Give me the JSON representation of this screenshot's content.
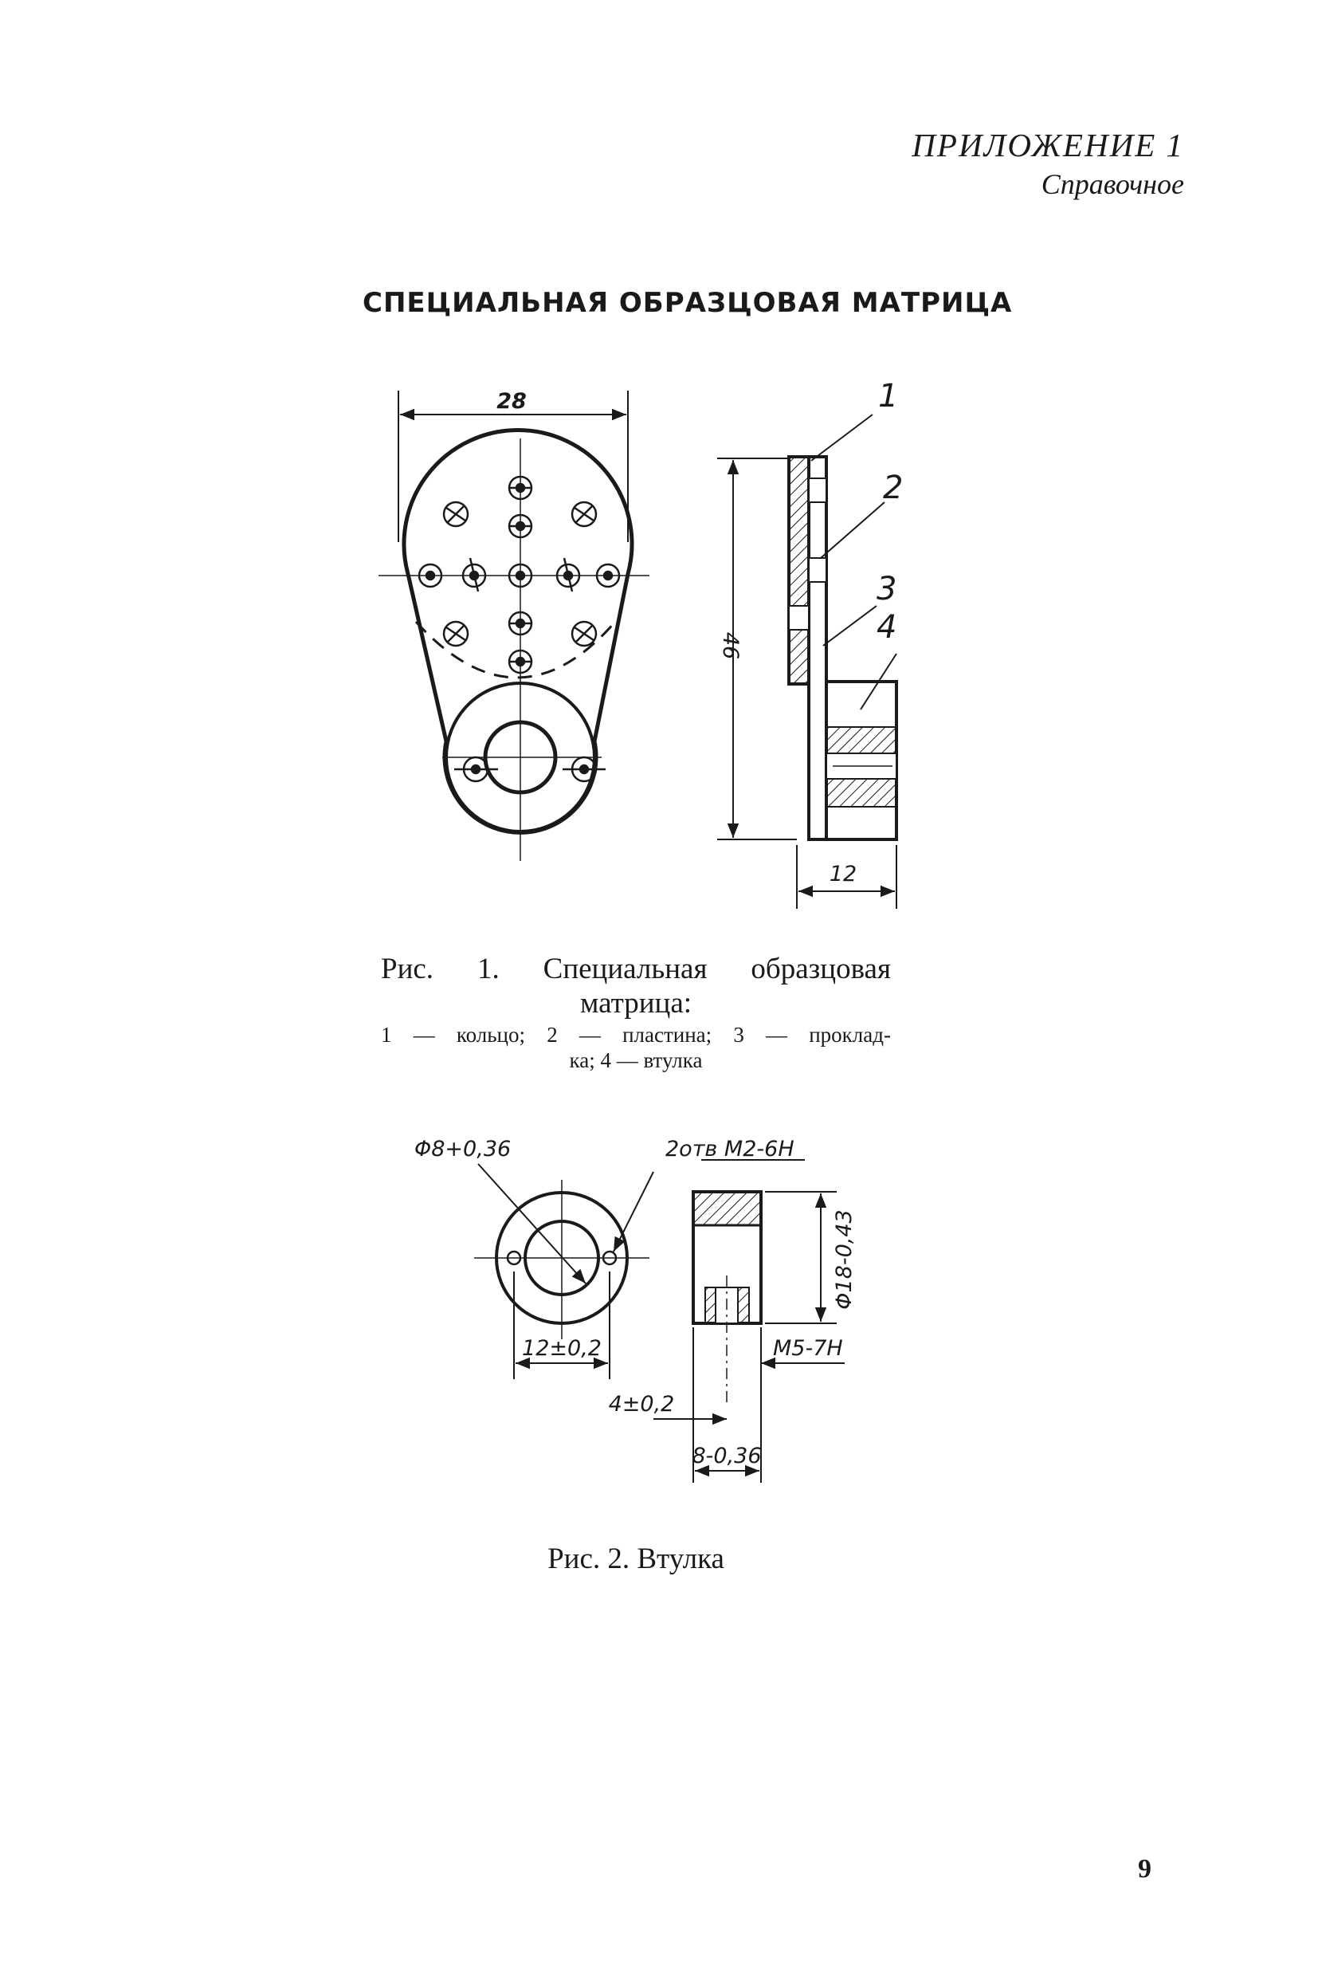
{
  "header": {
    "appendix": "ПРИЛОЖЕНИЕ 1",
    "reference": "Справочное"
  },
  "title": "СПЕЦИАЛЬНАЯ ОБРАЗЦОВАЯ МАТРИЦА",
  "figure1": {
    "dim_width": "28",
    "dim_height": "46",
    "dim_thickness": "12",
    "callouts": [
      "1",
      "2",
      "3",
      "4"
    ],
    "caption_line1": "Рис. 1. Специальная образцовая",
    "caption_line2": "матрица:",
    "legend_line1": "1 — кольцо; 2 — пластина; 3 — проклад-",
    "legend_line2": "ка; 4 — втулка"
  },
  "figure2": {
    "dim_bore": "Φ8+0,36",
    "dim_holes": "2отв М2-6Н",
    "dim_outer": "Φ18-0,43",
    "dim_pitch": "12±0,2",
    "dim_offset": "4±0,2",
    "dim_length": "8-0,36",
    "dim_thread": "М5-7Н",
    "caption": "Рис. 2. Втулка"
  },
  "page_number": "9"
}
